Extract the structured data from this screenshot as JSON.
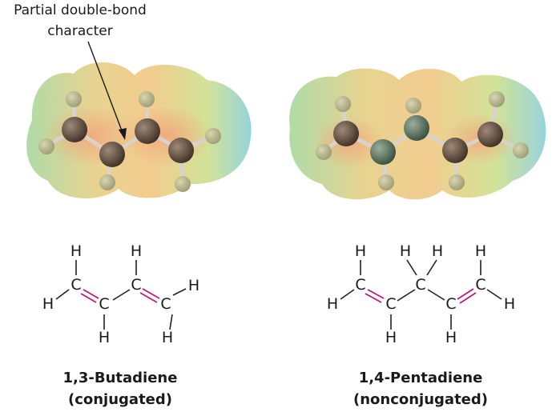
{
  "annotation": {
    "line1": "Partial double-bond",
    "line2": "character"
  },
  "butadiene": {
    "name": "1,3-Butadiene",
    "type": "(conjugated)",
    "atoms": {
      "h1": "H",
      "h2": "H",
      "h3": "H",
      "h4": "H",
      "h5": "H",
      "h6": "H",
      "c1": "C",
      "c2": "C",
      "c3": "C",
      "c4": "C"
    }
  },
  "pentadiene": {
    "name": "1,4-Pentadiene",
    "type": "(nonconjugated)",
    "atoms": {
      "h1": "H",
      "h2": "H",
      "h3": "H",
      "h4": "H",
      "h5": "H",
      "h6": "H",
      "h7": "H",
      "h8": "H",
      "c1": "C",
      "c2": "C",
      "c3": "C",
      "c4": "C",
      "c5": "C"
    }
  },
  "colors": {
    "double_bond": "#c2187a",
    "bond": "#222222"
  }
}
